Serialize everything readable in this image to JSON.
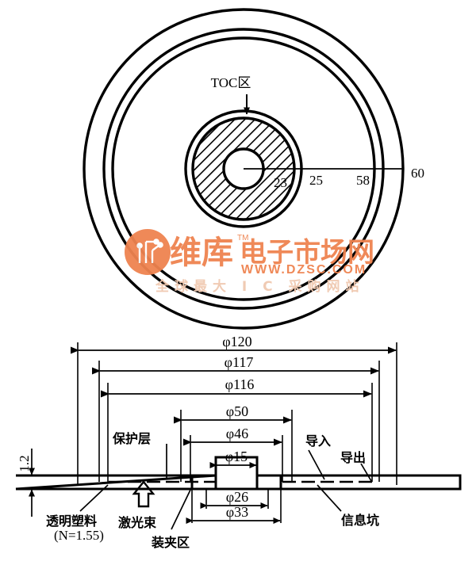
{
  "figure": {
    "title_top_view": "TOC区",
    "top_view": {
      "label_toc": "TOC区",
      "radial_dimensions": [
        "23",
        "25",
        "58",
        "60"
      ],
      "circles_note": "concentric disc outline with hatched TOC ring and centre hole"
    },
    "cross_section": {
      "diameter_dimensions": [
        {
          "id": "d120",
          "label": "φ120"
        },
        {
          "id": "d117",
          "label": "φ117"
        },
        {
          "id": "d116",
          "label": "φ116"
        },
        {
          "id": "d50",
          "label": "φ50"
        },
        {
          "id": "d46",
          "label": "φ46"
        },
        {
          "id": "d15",
          "label": "φ15"
        },
        {
          "id": "d26",
          "label": "φ26"
        },
        {
          "id": "d33",
          "label": "φ33"
        }
      ],
      "thickness": "1.2",
      "callouts": [
        {
          "id": "protective-layer",
          "label": "保护层"
        },
        {
          "id": "lead-in",
          "label": "导入"
        },
        {
          "id": "lead-out",
          "label": "导出"
        },
        {
          "id": "transparent-plastic",
          "label": "透明塑料"
        },
        {
          "id": "refractive-index",
          "label": "(N=1.55)",
          "italic_part": "N"
        },
        {
          "id": "laser-beam",
          "label": "激光束"
        },
        {
          "id": "clamping-zone",
          "label": "装夹区"
        },
        {
          "id": "information-pit",
          "label": "信息坑"
        }
      ]
    }
  },
  "watermark": {
    "brand_cn": "维库",
    "brand_cn2": "电子市场网",
    "trademark": "TM",
    "url": "WWW.DZSC.COM",
    "tagline": "全球最大 I C 采购网站",
    "color": "#ef8350"
  }
}
